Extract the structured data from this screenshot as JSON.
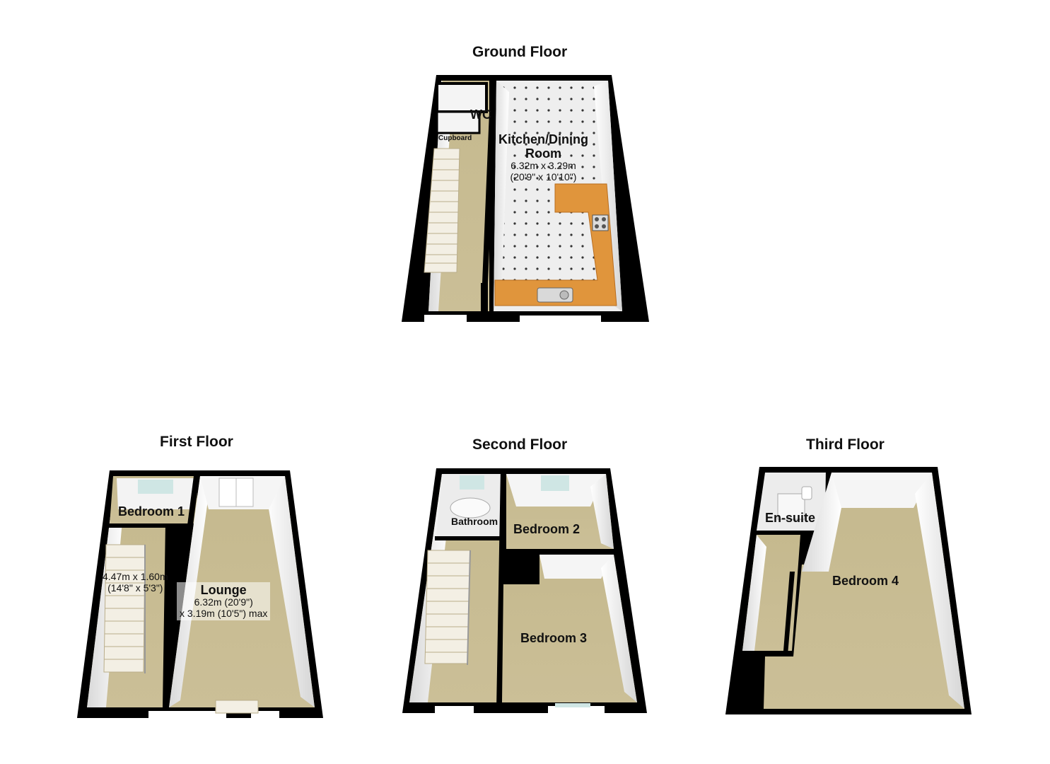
{
  "floors": {
    "ground": {
      "title": "Ground Floor",
      "wc": "WC",
      "cupboard": "Cupboard",
      "kitchen": {
        "name": "Kitchen/Dining Room",
        "line1": "Kitchen/Dining",
        "line2": "Room",
        "dim_metric": "6.32m x 3.29m",
        "dim_imperial": "(20'9\" x 10'10\")"
      }
    },
    "first": {
      "title": "First Floor",
      "bedroom1": "Bedroom 1",
      "landing": {
        "dim_metric": "4.47m x 1.60m",
        "dim_imperial": "(14'8\" x 5'3\")"
      },
      "lounge": {
        "name": "Lounge",
        "dim_metric": "6.32m (20'9\")",
        "dim_imperial": "x 3.19m (10'5\") max"
      }
    },
    "second": {
      "title": "Second Floor",
      "bathroom": "Bathroom",
      "bedroom2": "Bedroom 2",
      "bedroom3": "Bedroom 3"
    },
    "third": {
      "title": "Third Floor",
      "ensuite": "En-suite",
      "bedroom4": "Bedroom 4"
    }
  },
  "colors": {
    "wall": "#000000",
    "carpet": "#c9bd93",
    "tile": "#ebebeb",
    "worktop": "#e0953c",
    "wall_inner": "#f2f2f2",
    "window": "#cfe6e4"
  }
}
